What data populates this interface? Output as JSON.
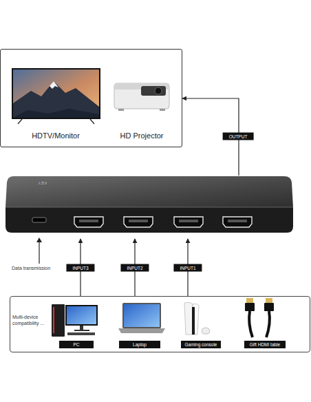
{
  "diagram": {
    "nodes": [
      {
        "text": [
          "HDTV/Monitor",
          "HD Projector"
        ]
      },
      {
        "text": [
          "KEY"
        ]
      },
      {
        "text": [
          "Multi-device compatibility ..."
        ]
      },
      {
        "text": [
          "PC"
        ],
        "in": 2
      },
      {
        "text": [
          "Laptop"
        ],
        "in": 2
      },
      {
        "text": [
          "Gaming console"
        ],
        "in": 2
      },
      {
        "text": [
          "Gift HDMI table"
        ],
        "in": 2
      }
    ],
    "edges": [
      {
        "from": 1,
        "to": 0,
        "arrow": "to",
        "label": "OUTPUT"
      },
      {
        "from": 2,
        "to": 1,
        "arrow": "to",
        "label": "INPUT3"
      },
      {
        "from": 2,
        "to": 1,
        "arrow": "to",
        "label": "INPUT2"
      },
      {
        "from": 2,
        "to": 1,
        "arrow": "to",
        "label": "INPUT1"
      }
    ],
    "labels": [
      "Data transmission"
    ]
  }
}
